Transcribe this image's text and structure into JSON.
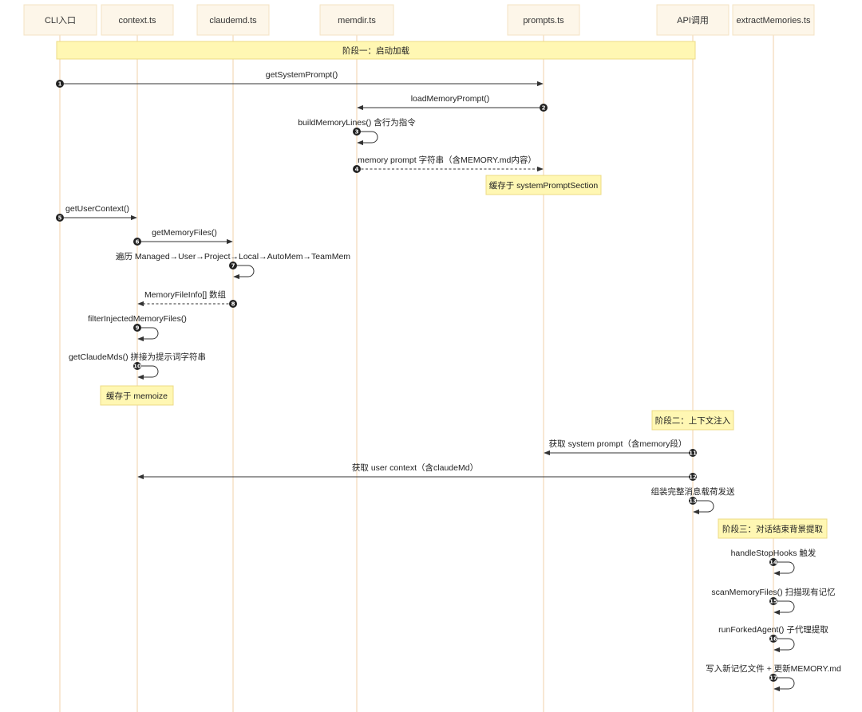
{
  "participants": [
    {
      "id": "cli",
      "label": "CLI入口"
    },
    {
      "id": "context",
      "label": "context.ts"
    },
    {
      "id": "claudemd",
      "label": "claudemd.ts"
    },
    {
      "id": "memdir",
      "label": "memdir.ts"
    },
    {
      "id": "prompts",
      "label": "prompts.ts"
    },
    {
      "id": "api",
      "label": "API调用"
    },
    {
      "id": "extract",
      "label": "extractMemories.ts"
    }
  ],
  "phase_notes": [
    {
      "text": "阶段一：启动加载"
    },
    {
      "text": "阶段二：上下文注入"
    },
    {
      "text": "阶段三：对话结束背景提取"
    }
  ],
  "notes": [
    {
      "text": "缓存于 systemPromptSection"
    },
    {
      "text": "缓存于 memoize"
    }
  ],
  "messages": [
    {
      "number": "1",
      "from": "cli",
      "to": "prompts",
      "label": "getSystemPrompt()",
      "style": "solid"
    },
    {
      "number": "2",
      "from": "prompts",
      "to": "memdir",
      "label": "loadMemoryPrompt()",
      "style": "solid"
    },
    {
      "number": "3",
      "from": "memdir",
      "to": "memdir",
      "label": "buildMemoryLines() 含行为指令",
      "style": "self"
    },
    {
      "number": "4",
      "from": "memdir",
      "to": "prompts",
      "label": "memory prompt 字符串（含MEMORY.md内容）",
      "style": "dashed"
    },
    {
      "number": "5",
      "from": "cli",
      "to": "context",
      "label": "getUserContext()",
      "style": "solid"
    },
    {
      "number": "6",
      "from": "context",
      "to": "claudemd",
      "label": "getMemoryFiles()",
      "style": "solid"
    },
    {
      "number": "7",
      "from": "claudemd",
      "to": "claudemd",
      "label": "遍历 Managed→User→Project→Local→AutoMem→TeamMem",
      "style": "self"
    },
    {
      "number": "8",
      "from": "claudemd",
      "to": "context",
      "label": "MemoryFileInfo[] 数组",
      "style": "dashed"
    },
    {
      "number": "9",
      "from": "context",
      "to": "context",
      "label": "filterInjectedMemoryFiles()",
      "style": "self"
    },
    {
      "number": "10",
      "from": "context",
      "to": "context",
      "label": "getClaudeMds() 拼接为提示词字符串",
      "style": "self"
    },
    {
      "number": "11",
      "from": "api",
      "to": "prompts",
      "label": "获取 system prompt（含memory段）",
      "style": "solid"
    },
    {
      "number": "12",
      "from": "api",
      "to": "context",
      "label": "获取 user context（含claudeMd）",
      "style": "solid"
    },
    {
      "number": "13",
      "from": "api",
      "to": "api",
      "label": "组装完整消息载荷发送",
      "style": "self"
    },
    {
      "number": "14",
      "from": "extract",
      "to": "extract",
      "label": "handleStopHooks 触发",
      "style": "self"
    },
    {
      "number": "15",
      "from": "extract",
      "to": "extract",
      "label": "scanMemoryFiles() 扫描现有记忆",
      "style": "self"
    },
    {
      "number": "16",
      "from": "extract",
      "to": "extract",
      "label": "runForkedAgent() 子代理提取",
      "style": "self"
    },
    {
      "number": "17",
      "from": "extract",
      "to": "extract",
      "label": "写入新记忆文件 + 更新MEMORY.md",
      "style": "self"
    }
  ]
}
